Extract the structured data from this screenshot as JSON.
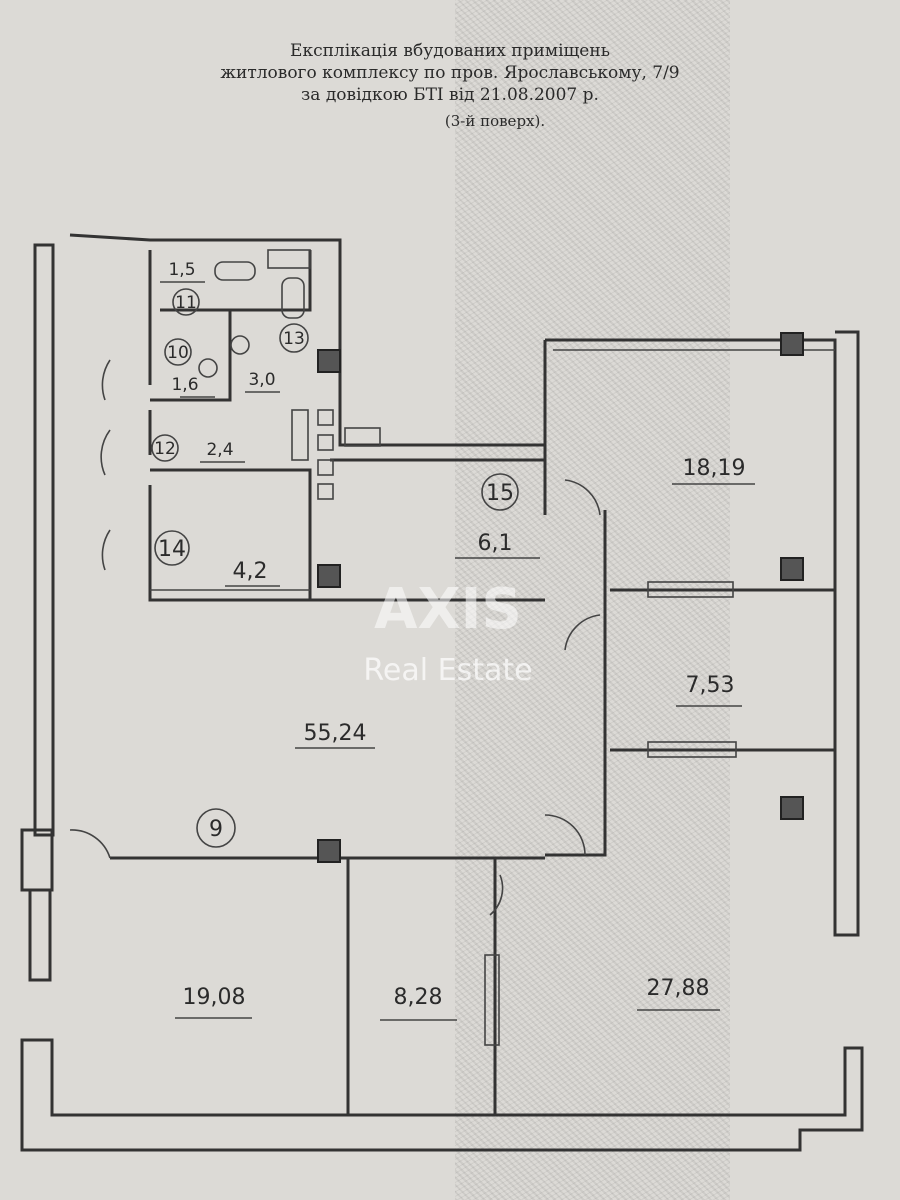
{
  "header": {
    "line1": "Експлікація вбудованих приміщень",
    "line2": "житлового комплексу по пров. Ярославському, 7/9",
    "line3": "за довідкою БТІ від 21.08.2007 р.",
    "line4": "(3-й поверх)."
  },
  "rooms": [
    {
      "number": "11",
      "area": "1,5"
    },
    {
      "number": "10",
      "area": "1,6"
    },
    {
      "number": "13",
      "area": "3,0"
    },
    {
      "number": "12",
      "area": "2,4"
    },
    {
      "number": "14",
      "area": "4,2"
    },
    {
      "number": "15",
      "area": "6,1"
    },
    {
      "number": "9",
      "area": "55,24"
    },
    {
      "area": "18,19"
    },
    {
      "area": "7,53"
    },
    {
      "area": "19,08"
    },
    {
      "area": "8,28"
    },
    {
      "area": "27,88"
    }
  ],
  "watermark": {
    "brand": "AXIS",
    "tagline": "Real Estate"
  }
}
